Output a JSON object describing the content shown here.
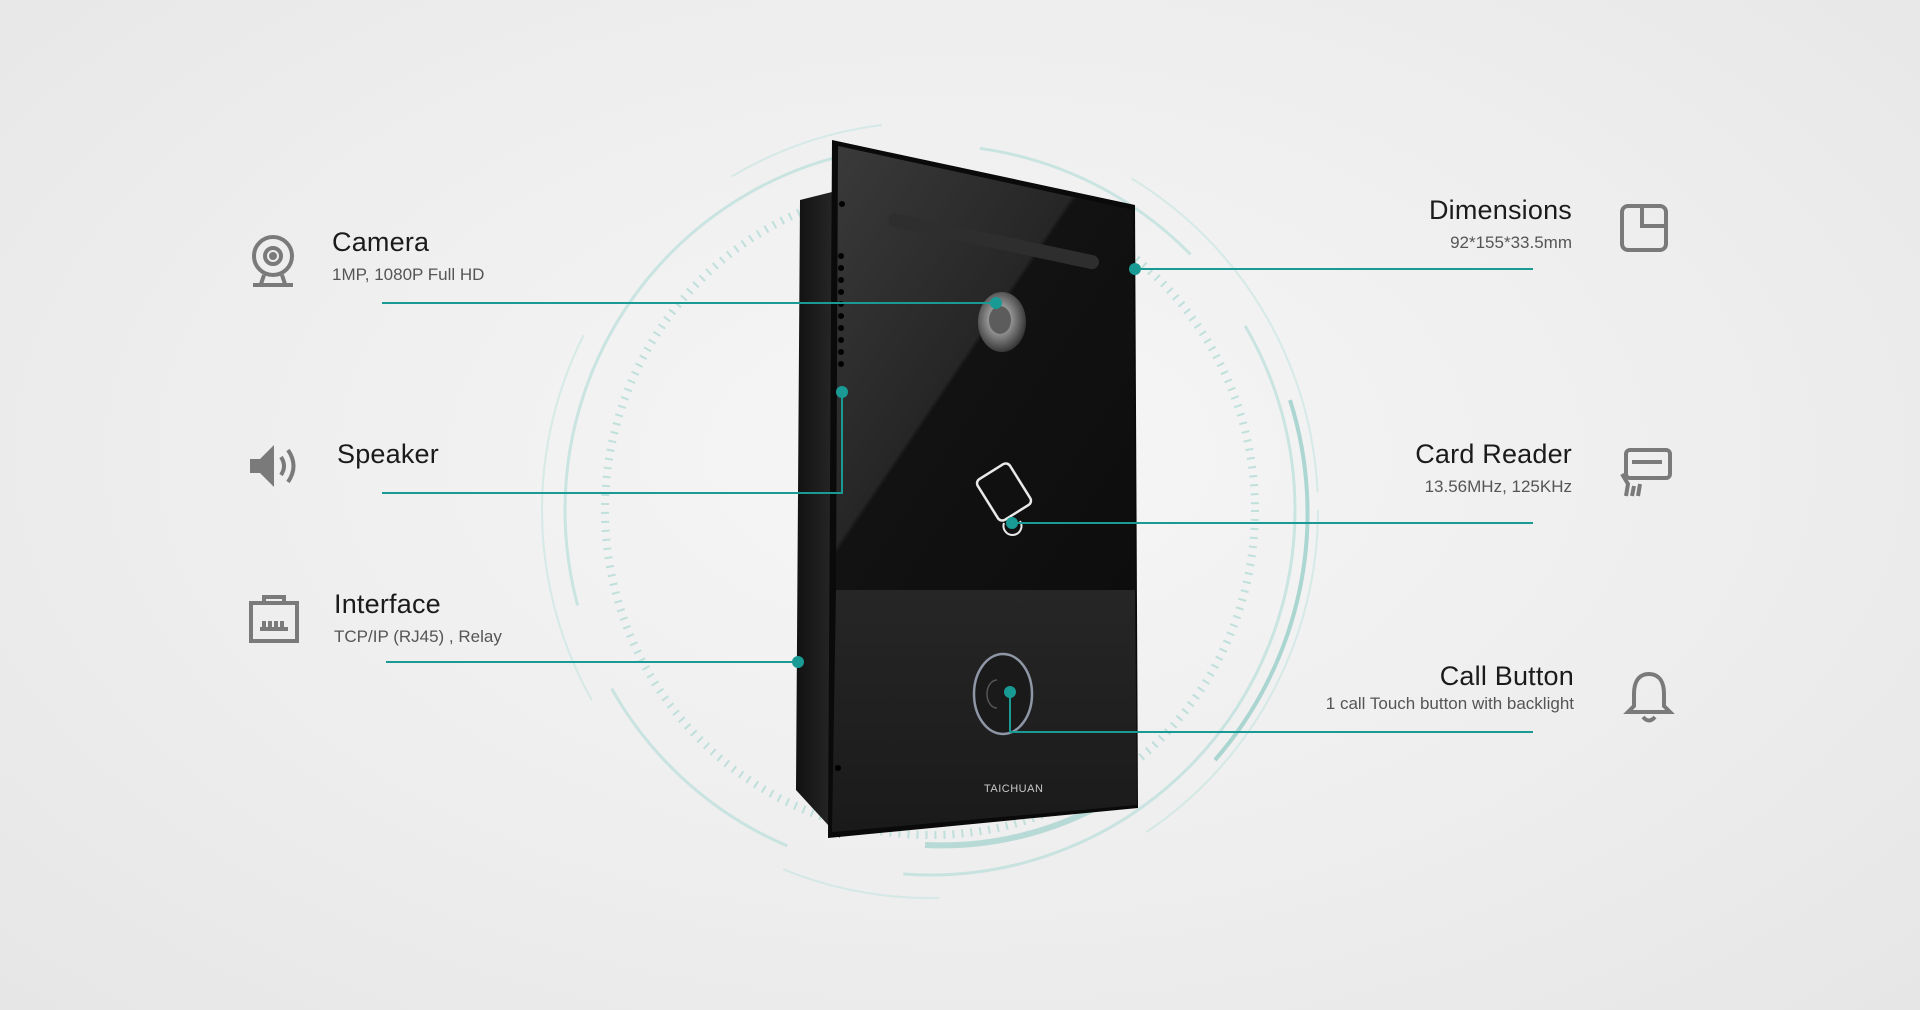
{
  "features": {
    "camera": {
      "title": "Camera",
      "sub": "1MP, 1080P Full HD",
      "icon": "webcam-icon"
    },
    "speaker": {
      "title": "Speaker",
      "icon": "speaker-icon"
    },
    "interface": {
      "title": "Interface",
      "sub": "TCP/IP (RJ45) , Relay",
      "icon": "ethernet-port-icon"
    },
    "dimensions": {
      "title": "Dimensions",
      "sub": "92*155*33.5mm",
      "icon": "dimensions-icon"
    },
    "card_reader": {
      "title": "Card Reader",
      "sub": "13.56MHz, 125KHz",
      "icon": "card-tap-icon"
    },
    "call_button": {
      "title": "Call Button",
      "sub": "1 call Touch button with backlight",
      "icon": "bell-icon"
    }
  },
  "device": {
    "brand": "TAICHUAN"
  },
  "colors": {
    "accent": "#1a9a94",
    "icon_gray": "#7a7a7a",
    "device_body": "#1c1c1c"
  }
}
